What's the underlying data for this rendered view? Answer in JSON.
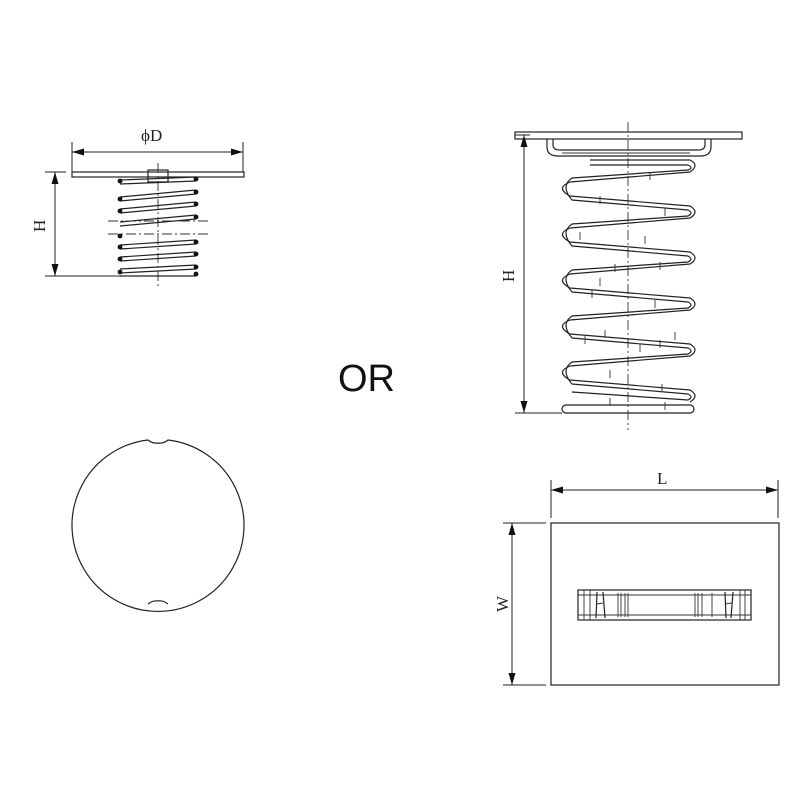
{
  "drawing": {
    "small_spring_view": {
      "diameter_label": "ϕD",
      "height_label": "H"
    },
    "separator_label": "OR",
    "large_spring_view": {
      "height_label": "H"
    },
    "plate_top_view": {
      "length_label": "L",
      "width_label": "W"
    },
    "round_top_view": {}
  },
  "colors": {
    "line": "#222222",
    "background": "#ffffff"
  }
}
